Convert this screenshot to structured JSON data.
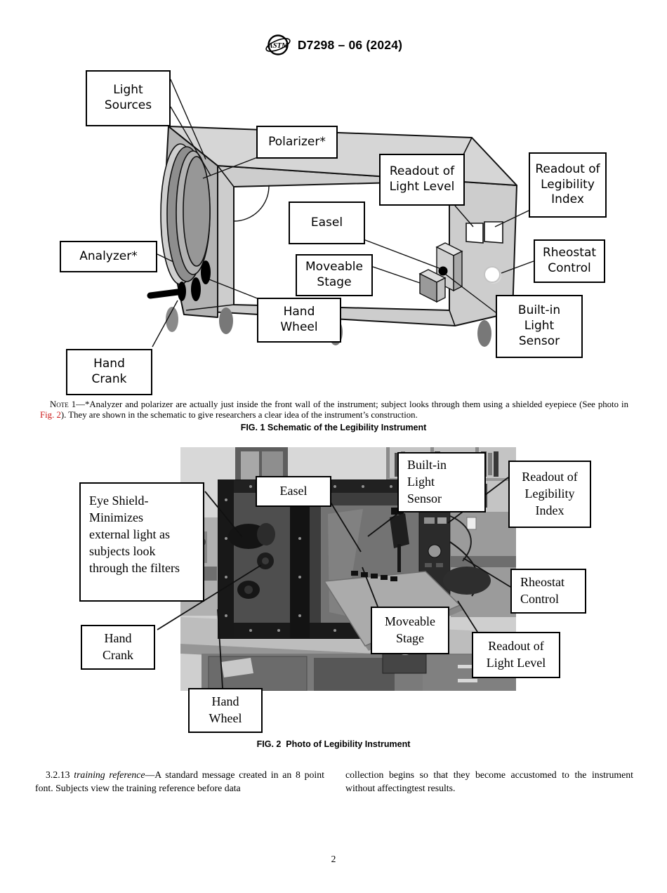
{
  "header": {
    "logo_text": "ASTM",
    "doc_number": "D7298 – 06 (2024)"
  },
  "fig1": {
    "caption": "FIG. 1 Schematic of the Legibility Instrument",
    "labels": {
      "light_sources": "Light\nSources",
      "polarizer": "Polarizer*",
      "readout_light_level": "Readout of\nLight Level",
      "readout_legibility_index": "Readout of\nLegibility\nIndex",
      "easel": "Easel",
      "analyzer": "Analyzer*",
      "moveable_stage": "Moveable\nStage",
      "rheostat_control": "Rheostat\nControl",
      "hand_wheel": "Hand\nWheel",
      "built_in_light_sensor": "Built-in\nLight\nSensor",
      "hand_crank": "Hand\nCrank"
    }
  },
  "note1": {
    "prefix": "Note 1—",
    "text_before_link": "*Analyzer and polarizer are actually just inside the front wall of the instrument; subject looks through them using a shielded eyepiece (See photo in ",
    "link_text": "Fig. 2",
    "text_after_link": "). They are shown in the schematic to give researchers a clear idea of the instrument’s construction.",
    "link_color": "#cc1a1a"
  },
  "fig2": {
    "caption": "FIG. 2  Photo of Legibility Instrument",
    "labels": {
      "eye_shield": "Eye Shield-\nMinimizes\nexternal light as\nsubjects look\nthrough the filters",
      "easel": "Easel",
      "built_in_light_sensor": "Built-in\nLight\nSensor",
      "readout_legibility_index": "Readout of\nLegibility\nIndex",
      "rheostat_control": "Rheostat\nControl",
      "hand_crank": "Hand\nCrank",
      "moveable_stage": "Moveable\nStage",
      "readout_light_level": "Readout of\nLight Level",
      "hand_wheel": "Hand\nWheel"
    }
  },
  "body": {
    "section_number": "3.2.13 ",
    "term_italic": "training reference",
    "left_column_rest": "—A standard message created in an 8 point font. Subjects view the training reference before data",
    "right_column": "collection begins so that they become accustomed to the instrument without affectingtest results."
  },
  "footer": {
    "page_number": "2"
  }
}
